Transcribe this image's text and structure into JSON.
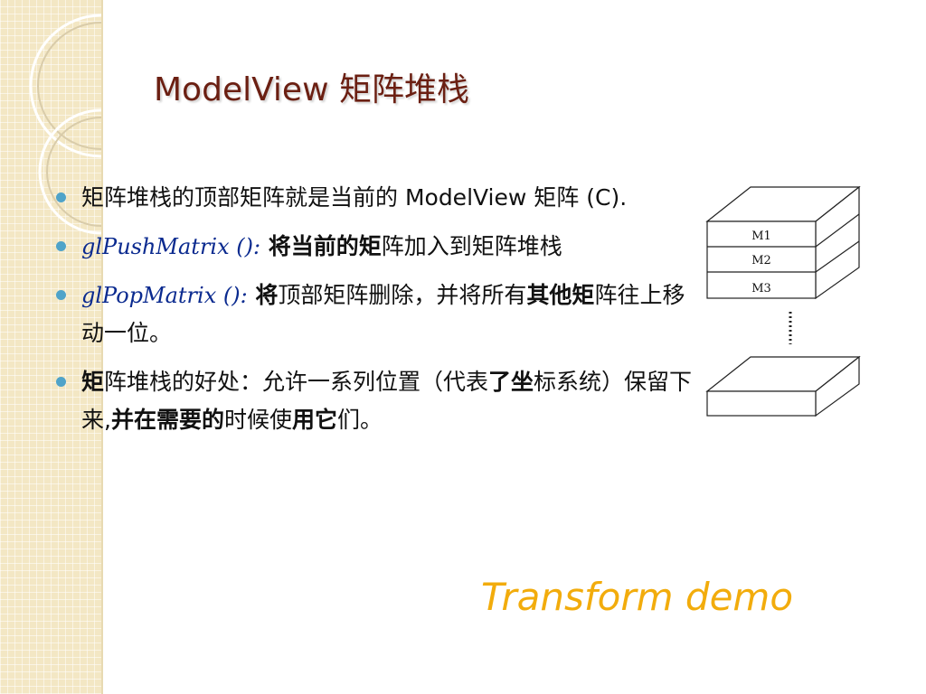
{
  "slide": {
    "title": "ModelView 矩阵堆栈",
    "bullets": [
      {
        "text": "矩阵堆栈的顶部矩阵就是当前的 ModelView 矩阵 (C)."
      },
      {
        "api": "glPushMatrix ():",
        "text_bold": " 将当前的矩",
        "text": "阵加入到矩阵堆栈"
      },
      {
        "api": "glPopMatrix ():",
        "text_bold": " 将",
        "text": "顶部矩阵删除，并将所有",
        "text_bold2": "其他矩",
        "text2": "阵往上移动一位。"
      },
      {
        "text_bold": "矩",
        "text": "阵堆栈的好处：允许一系列位置（代表",
        "text_bold2": "了坐",
        "text2": "标系统）保留下来,",
        "text_bold3": "并在需要的",
        "text3": "时候使",
        "text_bold4": "用它",
        "text4": "们。"
      }
    ],
    "demo_label": "Transform demo"
  },
  "diagram": {
    "matrices": [
      "M1",
      "M2",
      "M3"
    ]
  },
  "colors": {
    "title": "#6b1f12",
    "bullet_dot": "#4fa3c9",
    "api": "#0a2a8f",
    "demo": "#f2ac0c",
    "band": "#f3e7c4"
  }
}
